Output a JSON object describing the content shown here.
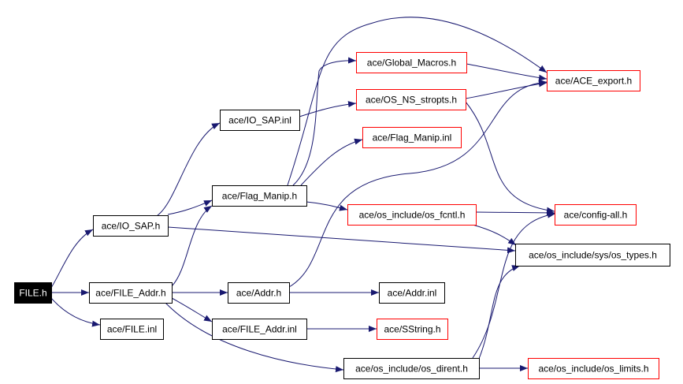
{
  "colors": {
    "edge": "#191970",
    "node_border_black": "#000000",
    "node_border_red": "#ff0000",
    "root_fill": "#000000",
    "root_text": "#ffffff",
    "node_fill": "#ffffff",
    "node_text": "#000000"
  },
  "nodes": [
    {
      "id": "file_h",
      "label": "FILE.h",
      "style": "root"
    },
    {
      "id": "io_sap_h",
      "label": "ace/IO_SAP.h",
      "style": "black"
    },
    {
      "id": "file_addr_h",
      "label": "ace/FILE_Addr.h",
      "style": "black"
    },
    {
      "id": "file_inl",
      "label": "ace/FILE.inl",
      "style": "black"
    },
    {
      "id": "io_sap_inl",
      "label": "ace/IO_SAP.inl",
      "style": "black"
    },
    {
      "id": "flag_manip_h",
      "label": "ace/Flag_Manip.h",
      "style": "black"
    },
    {
      "id": "addr_h",
      "label": "ace/Addr.h",
      "style": "black"
    },
    {
      "id": "file_addr_inl",
      "label": "ace/FILE_Addr.inl",
      "style": "black"
    },
    {
      "id": "global_macros_h",
      "label": "ace/Global_Macros.h",
      "style": "red"
    },
    {
      "id": "os_ns_stropts_h",
      "label": "ace/OS_NS_stropts.h",
      "style": "red"
    },
    {
      "id": "flag_manip_inl",
      "label": "ace/Flag_Manip.inl",
      "style": "red"
    },
    {
      "id": "os_fcntl_h",
      "label": "ace/os_include/os_fcntl.h",
      "style": "red"
    },
    {
      "id": "addr_inl",
      "label": "ace/Addr.inl",
      "style": "black"
    },
    {
      "id": "sstring_h",
      "label": "ace/SString.h",
      "style": "red"
    },
    {
      "id": "os_dirent_h",
      "label": "ace/os_include/os_dirent.h",
      "style": "black"
    },
    {
      "id": "ace_export_h",
      "label": "ace/ACE_export.h",
      "style": "red"
    },
    {
      "id": "config_all_h",
      "label": "ace/config-all.h",
      "style": "red"
    },
    {
      "id": "os_types_h",
      "label": "ace/os_include/sys/os_types.h",
      "style": "black"
    },
    {
      "id": "os_limits_h",
      "label": "ace/os_include/os_limits.h",
      "style": "red"
    }
  ],
  "edges": [
    [
      "file_h",
      "io_sap_h"
    ],
    [
      "file_h",
      "file_addr_h"
    ],
    [
      "file_h",
      "file_inl"
    ],
    [
      "io_sap_h",
      "io_sap_inl"
    ],
    [
      "io_sap_h",
      "flag_manip_h"
    ],
    [
      "io_sap_h",
      "os_types_h"
    ],
    [
      "io_sap_inl",
      "os_ns_stropts_h"
    ],
    [
      "file_addr_h",
      "flag_manip_h"
    ],
    [
      "file_addr_h",
      "addr_h"
    ],
    [
      "file_addr_h",
      "file_addr_inl"
    ],
    [
      "file_addr_h",
      "os_dirent_h"
    ],
    [
      "flag_manip_h",
      "global_macros_h"
    ],
    [
      "flag_manip_h",
      "flag_manip_inl"
    ],
    [
      "flag_manip_h",
      "os_fcntl_h"
    ],
    [
      "flag_manip_h",
      "ace_export_h"
    ],
    [
      "addr_h",
      "addr_inl"
    ],
    [
      "addr_h",
      "ace_export_h"
    ],
    [
      "file_addr_inl",
      "sstring_h"
    ],
    [
      "global_macros_h",
      "ace_export_h"
    ],
    [
      "os_ns_stropts_h",
      "ace_export_h"
    ],
    [
      "os_ns_stropts_h",
      "config_all_h"
    ],
    [
      "os_fcntl_h",
      "config_all_h"
    ],
    [
      "os_fcntl_h",
      "os_types_h"
    ],
    [
      "os_dirent_h",
      "config_all_h"
    ],
    [
      "os_dirent_h",
      "os_types_h"
    ],
    [
      "os_dirent_h",
      "os_limits_h"
    ]
  ]
}
